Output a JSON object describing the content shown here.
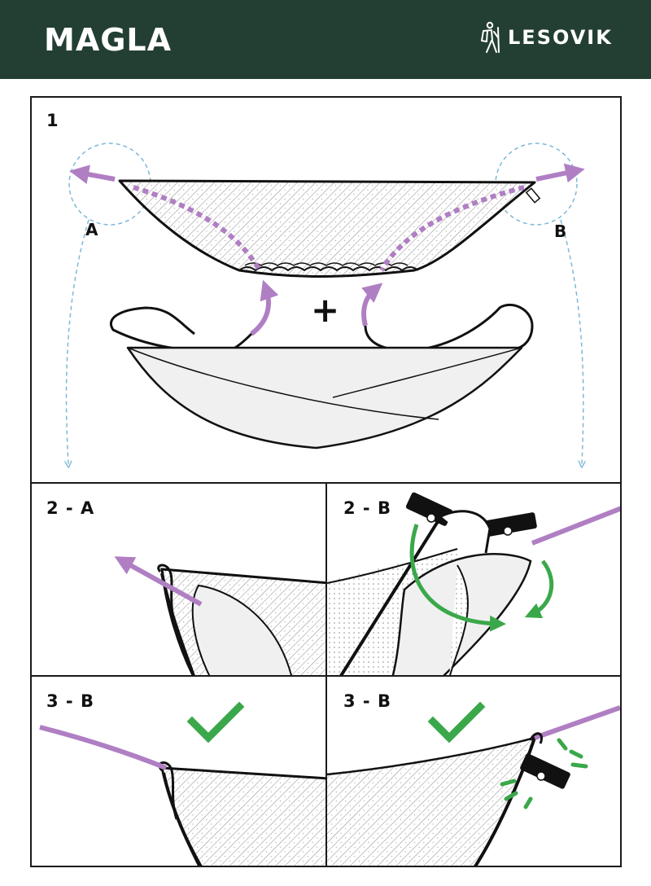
{
  "header": {
    "title": "MAGLA",
    "brand": "LESOVIK",
    "background_color": "#233f33",
    "logo_icon": "hiker-icon"
  },
  "colors": {
    "arrow_purple": "#b07fc3",
    "check_green": "#3aa84a",
    "hint_blue": "#7db8d8",
    "line": "#111111"
  },
  "panels": {
    "step1": {
      "label": "1",
      "anchor_a": "A",
      "anchor_b": "B",
      "plus_sign": "+"
    },
    "step2a": {
      "label": "2 - A"
    },
    "step2b": {
      "label": "2 - B"
    },
    "step3b_left": {
      "label": "3 - B",
      "icon": "checkmark-icon"
    },
    "step3b_right": {
      "label": "3 - B",
      "icon": "checkmark-icon"
    }
  }
}
